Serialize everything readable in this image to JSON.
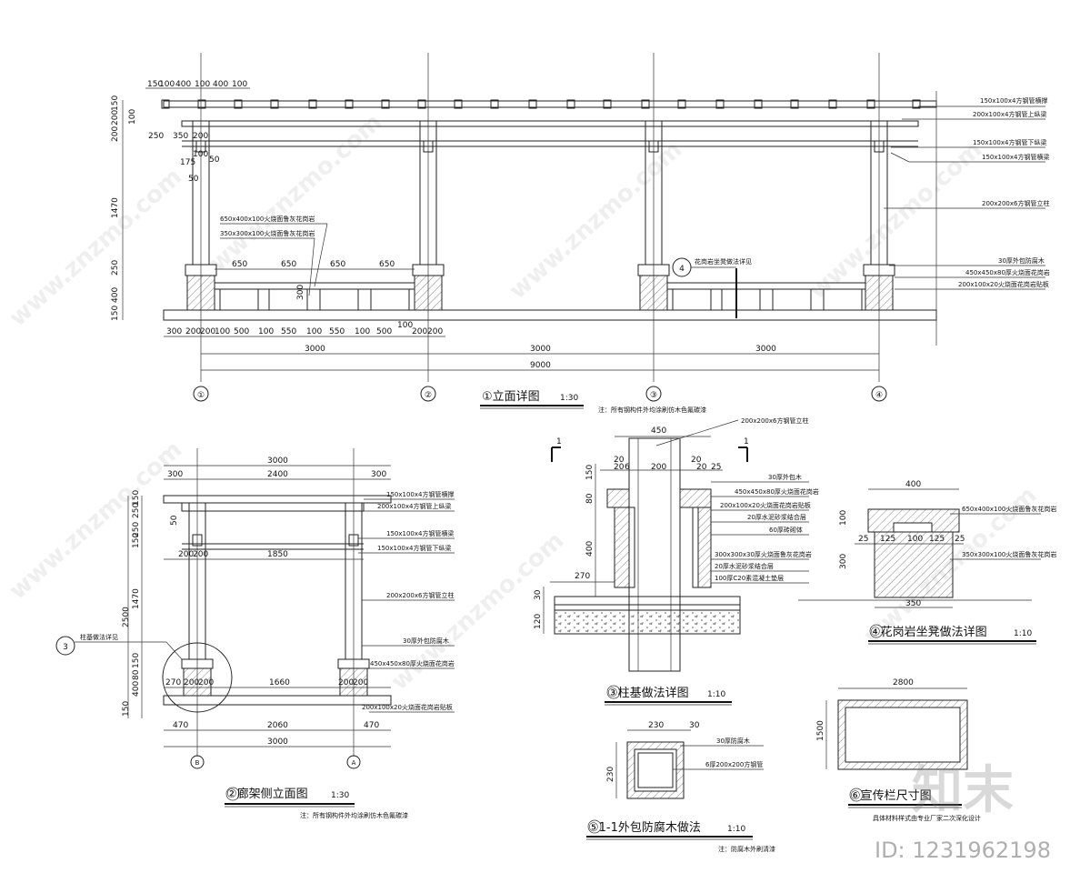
{
  "elevation": {
    "title": "①立面详图",
    "scale": "1:30",
    "note": "注：所有钢构件外均涂刷仿木色氟碳漆",
    "axes": [
      "①",
      "②",
      "③",
      "④"
    ],
    "top_dims": [
      "150",
      "100",
      "400",
      "100",
      "400",
      "100"
    ],
    "left_dims": [
      "150",
      "200",
      "200",
      "1470",
      "250",
      "400",
      "150"
    ],
    "small_dims": [
      "100",
      "350",
      "200",
      "250",
      "100",
      "175",
      "50",
      "50",
      "300"
    ],
    "seat_dims": [
      "650",
      "650",
      "650",
      "650"
    ],
    "bottom_dims": [
      "300",
      "200",
      "200",
      "100",
      "500",
      "100",
      "550",
      "100",
      "550",
      "100",
      "500",
      "100",
      "200",
      "200"
    ],
    "span_dims": [
      "3000",
      "3000",
      "3000"
    ],
    "total_dim": "9000",
    "callout_4": "4",
    "callout_4_text": "花岗岩坐凳做法详见",
    "labels_left": [
      "650x400x100火烧面鲁灰花岗岩",
      "350x300x100火烧面鲁灰花岗岩"
    ],
    "labels_right": [
      "150x100x4方钢管横撑",
      "200x100x4方钢管上纵梁",
      "150x100x4方钢管下纵梁",
      "150x100x4方钢管横梁",
      "200x200x6方钢管立柱",
      "30厚外包防腐木",
      "450x450x80厚火烧面花岗岩",
      "200x100x20火烧面花岗岩贴板"
    ]
  },
  "side": {
    "title": "②廊架侧立面图",
    "scale": "1:30",
    "note": "注：所有钢构件外均涂刷仿木色氟碳漆",
    "axes": [
      "B",
      "A"
    ],
    "top_dims": [
      "3000",
      "300",
      "2400",
      "300"
    ],
    "mid_dims": [
      "200",
      "200",
      "1850"
    ],
    "base_dims": [
      "270",
      "200",
      "200",
      "1660",
      "200",
      "200"
    ],
    "bottom_dims": [
      "470",
      "2060",
      "470"
    ],
    "total_dim": "3000",
    "left_dims": [
      "150",
      "250",
      "50",
      "150",
      "250",
      "2500",
      "1470",
      "150",
      "80",
      "400",
      "150"
    ],
    "callout_3": "3",
    "callout_3_text": "柱基做法详见",
    "labels": [
      "150x100x4方钢管横撑",
      "200x100x4方钢管上纵梁",
      "150x100x4方钢管横梁",
      "150x100x4方钢管下纵梁",
      "200x200x6方钢管立柱",
      "30厚外包防腐木",
      "450x450x80厚火烧面花岗岩",
      "200x100x20火烧面花岗岩贴板"
    ]
  },
  "base": {
    "title": "③柱基做法详图",
    "scale": "1:10",
    "section_mark": "1",
    "top_dims": [
      "450",
      "20",
      "20",
      "6",
      "200",
      "20",
      "20",
      "25"
    ],
    "left_dims": [
      "150",
      "80",
      "400",
      "270",
      "30",
      "120"
    ],
    "labels": [
      "200x200x6方钢管立柱",
      "30厚外包木",
      "450x450x80厚火烧面花岗岩",
      "200x100x20火烧面花岗岩贴板",
      "20厚水泥砂浆结合层",
      "60厚砖砌体",
      "300x300x30厚火烧面鲁灰花岗岩",
      "20厚水泥砂浆结合层",
      "100厚C20素混凝土垫层"
    ]
  },
  "seat": {
    "title": "④花岗岩坐凳做法详图",
    "scale": "1:10",
    "dims": [
      "400",
      "100",
      "25",
      "125",
      "100",
      "125",
      "25",
      "300",
      "350"
    ],
    "labels": [
      "650x400x100火烧面鲁灰花岗岩",
      "350x300x100火烧面鲁灰花岗岩"
    ]
  },
  "wood": {
    "title": "⑤1-1外包防腐木做法",
    "scale": "1:10",
    "note": "注：防腐木外刷清漆",
    "dims": [
      "230",
      "30",
      "230"
    ],
    "labels": [
      "30厚防腐木",
      "6厚200x200方钢管"
    ]
  },
  "board": {
    "title": "⑥宣传栏尺寸图",
    "dims": [
      "2800",
      "1500"
    ],
    "note": "具体材料样式由专业厂家二次深化设计"
  },
  "watermark": {
    "brand": "知末",
    "site": "www.znzmo.com",
    "id": "ID: 1231962198"
  }
}
